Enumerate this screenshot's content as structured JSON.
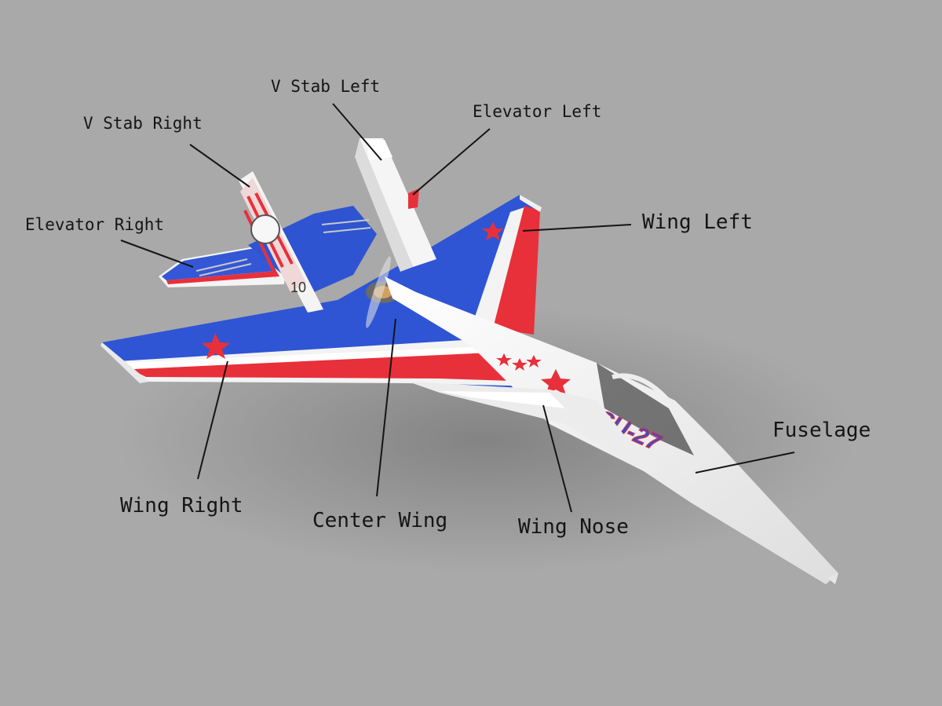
{
  "labels": {
    "v_stab_left": "V Stab Left",
    "v_stab_right": "V Stab Right",
    "elevator_left": "Elevator Left",
    "elevator_right": "Elevator Right",
    "wing_left": "Wing Left",
    "wing_right": "Wing Right",
    "center_wing": "Center Wing",
    "wing_nose": "Wing Nose",
    "fuselage": "Fuselage"
  },
  "decals": {
    "model_name": "SU-27",
    "tail_number": "10"
  },
  "colors": {
    "background": "#a9a9a9",
    "blue": "#2f55d4",
    "red": "#e8303a",
    "white": "#f2f2f2",
    "leader_line": "#151515"
  }
}
